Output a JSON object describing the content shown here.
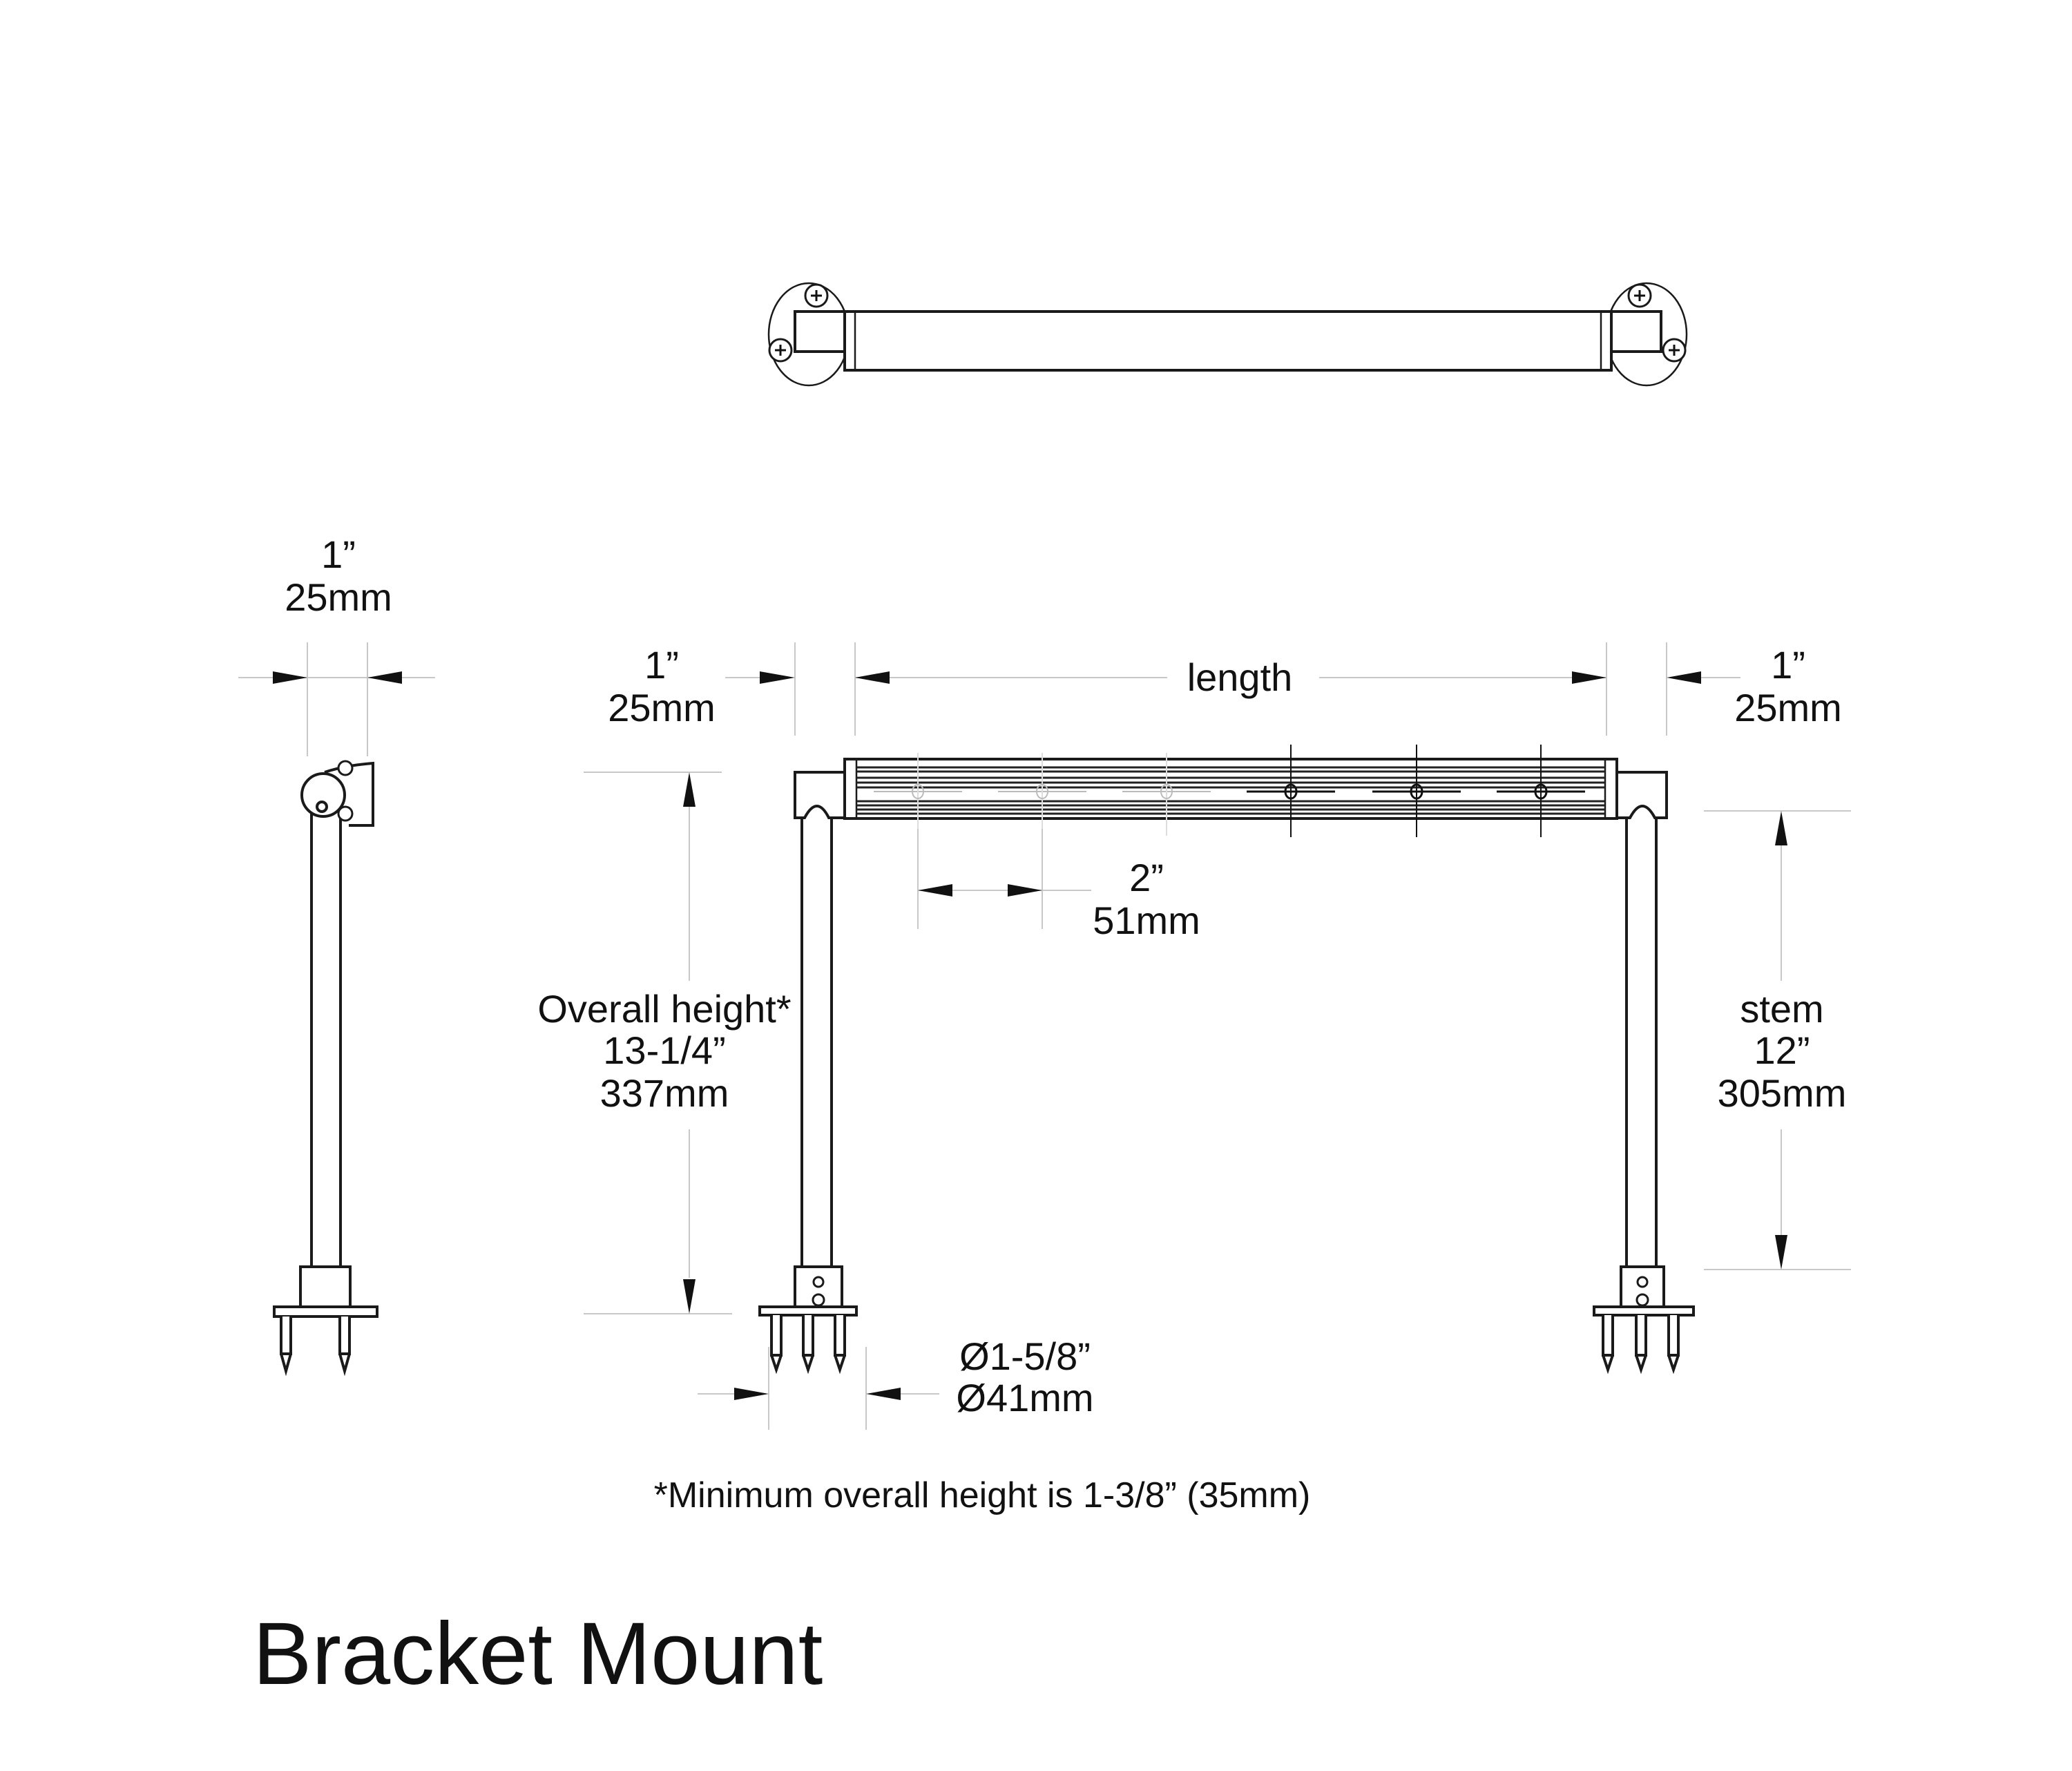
{
  "title": "Bracket Mount",
  "footnote": "*Minimum overall height is 1-3/8” (35mm)",
  "dimensions": {
    "side_width": {
      "imperial": "1”",
      "metric": "25mm"
    },
    "left_bracket": {
      "imperial": "1”",
      "metric": "25mm"
    },
    "length": {
      "label": "length"
    },
    "right_bracket": {
      "imperial": "1”",
      "metric": "25mm"
    },
    "spacing": {
      "imperial": "2”",
      "metric": "51mm"
    },
    "overall_height": {
      "label": "Overall height*",
      "imperial": "13-1/4”",
      "metric": "337mm"
    },
    "stem": {
      "label": "stem",
      "imperial": "12”",
      "metric": "305mm"
    },
    "base_diameter": {
      "imperial": "Ø1-5/8”",
      "metric": "Ø41mm"
    }
  }
}
